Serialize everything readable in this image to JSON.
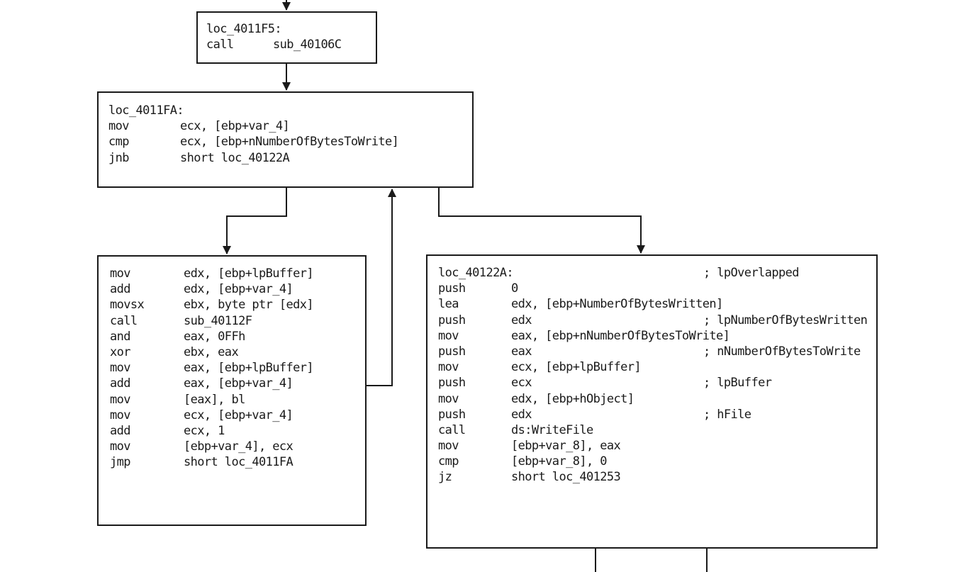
{
  "graph": {
    "blocks": [
      {
        "id": "loc_4011F5",
        "label": "loc_4011F5:",
        "label_comment": "",
        "instructions": [
          {
            "mnemonic": "call",
            "operands": "sub_40106C",
            "comment": ""
          }
        ]
      },
      {
        "id": "loc_4011FA",
        "label": "loc_4011FA:",
        "label_comment": "",
        "instructions": [
          {
            "mnemonic": "mov",
            "operands": "ecx, [ebp+var_4]",
            "comment": ""
          },
          {
            "mnemonic": "cmp",
            "operands": "ecx, [ebp+nNumberOfBytesToWrite]",
            "comment": ""
          },
          {
            "mnemonic": "jnb",
            "operands": "short loc_40122A",
            "comment": ""
          }
        ]
      },
      {
        "id": "loop_body",
        "label": "",
        "label_comment": "",
        "instructions": [
          {
            "mnemonic": "mov",
            "operands": "edx, [ebp+lpBuffer]",
            "comment": ""
          },
          {
            "mnemonic": "add",
            "operands": "edx, [ebp+var_4]",
            "comment": ""
          },
          {
            "mnemonic": "movsx",
            "operands": "ebx, byte ptr [edx]",
            "comment": ""
          },
          {
            "mnemonic": "call",
            "operands": "sub_40112F",
            "comment": ""
          },
          {
            "mnemonic": "and",
            "operands": "eax, 0FFh",
            "comment": ""
          },
          {
            "mnemonic": "xor",
            "operands": "ebx, eax",
            "comment": ""
          },
          {
            "mnemonic": "mov",
            "operands": "eax, [ebp+lpBuffer]",
            "comment": ""
          },
          {
            "mnemonic": "add",
            "operands": "eax, [ebp+var_4]",
            "comment": ""
          },
          {
            "mnemonic": "mov",
            "operands": "[eax], bl",
            "comment": ""
          },
          {
            "mnemonic": "mov",
            "operands": "ecx, [ebp+var_4]",
            "comment": ""
          },
          {
            "mnemonic": "add",
            "operands": "ecx, 1",
            "comment": ""
          },
          {
            "mnemonic": "mov",
            "operands": "[ebp+var_4], ecx",
            "comment": ""
          },
          {
            "mnemonic": "jmp",
            "operands": "short loc_4011FA",
            "comment": ""
          }
        ]
      },
      {
        "id": "loc_40122A",
        "label": "loc_40122A:",
        "label_comment": "; lpOverlapped",
        "instructions": [
          {
            "mnemonic": "push",
            "operands": "0",
            "comment": ""
          },
          {
            "mnemonic": "lea",
            "operands": "edx, [ebp+NumberOfBytesWritten]",
            "comment": ""
          },
          {
            "mnemonic": "push",
            "operands": "edx",
            "comment": "; lpNumberOfBytesWritten"
          },
          {
            "mnemonic": "mov",
            "operands": "eax, [ebp+nNumberOfBytesToWrite]",
            "comment": ""
          },
          {
            "mnemonic": "push",
            "operands": "eax",
            "comment": "; nNumberOfBytesToWrite"
          },
          {
            "mnemonic": "mov",
            "operands": "ecx, [ebp+lpBuffer]",
            "comment": ""
          },
          {
            "mnemonic": "push",
            "operands": "ecx",
            "comment": "; lpBuffer"
          },
          {
            "mnemonic": "mov",
            "operands": "edx, [ebp+hObject]",
            "comment": ""
          },
          {
            "mnemonic": "push",
            "operands": "edx",
            "comment": "; hFile"
          },
          {
            "mnemonic": "call",
            "operands": "ds:WriteFile",
            "comment": ""
          },
          {
            "mnemonic": "mov",
            "operands": "[ebp+var_8], eax",
            "comment": ""
          },
          {
            "mnemonic": "cmp",
            "operands": "[ebp+var_8], 0",
            "comment": ""
          },
          {
            "mnemonic": "jz",
            "operands": "short loc_401253",
            "comment": ""
          }
        ]
      }
    ],
    "edges": [
      {
        "from": "(above)",
        "to": "loc_4011F5",
        "kind": "flow"
      },
      {
        "from": "loc_4011F5",
        "to": "loc_4011FA",
        "kind": "flow"
      },
      {
        "from": "loc_4011FA",
        "to": "loop_body",
        "kind": "false-branch"
      },
      {
        "from": "loc_4011FA",
        "to": "loc_40122A",
        "kind": "true-branch"
      },
      {
        "from": "loop_body",
        "to": "loc_4011FA",
        "kind": "back-edge"
      },
      {
        "from": "loc_40122A",
        "to": "(below)",
        "kind": "branch"
      },
      {
        "from": "loc_40122A",
        "to": "(below)",
        "kind": "branch"
      }
    ]
  }
}
